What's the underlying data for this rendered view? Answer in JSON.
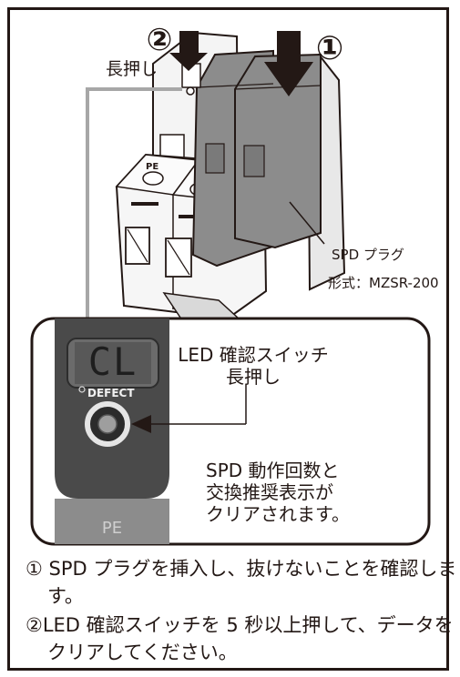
{
  "markers": {
    "push": "②",
    "insert": "①"
  },
  "labels": {
    "long_press": "長押し",
    "spd_plug": "SPD プラグ",
    "model": "形式：MZSR-200",
    "pe_top": "PE",
    "pe_bottom": "PE",
    "display": "CL",
    "defect": "DEFECT",
    "led_switch_line1": "LED 確認スイッチ",
    "led_switch_line2": "長押し",
    "clear_line1": "SPD 動作回数と",
    "clear_line2": "交換推奨表示が",
    "clear_line3": "クリアされます。"
  },
  "instructions": {
    "step1": "① SPD プラグを挿入し、抜けないことを確認します。",
    "step2": "②LED 確認スイッチを 5 秒以上押して、データをクリアしてください。"
  },
  "colors": {
    "border": "#231815",
    "plug_gray": "#8c8c8c",
    "body_white": "#f4f4f4",
    "panel_dark": "#4a4a4a",
    "leader_gray": "#a7a7a7"
  }
}
